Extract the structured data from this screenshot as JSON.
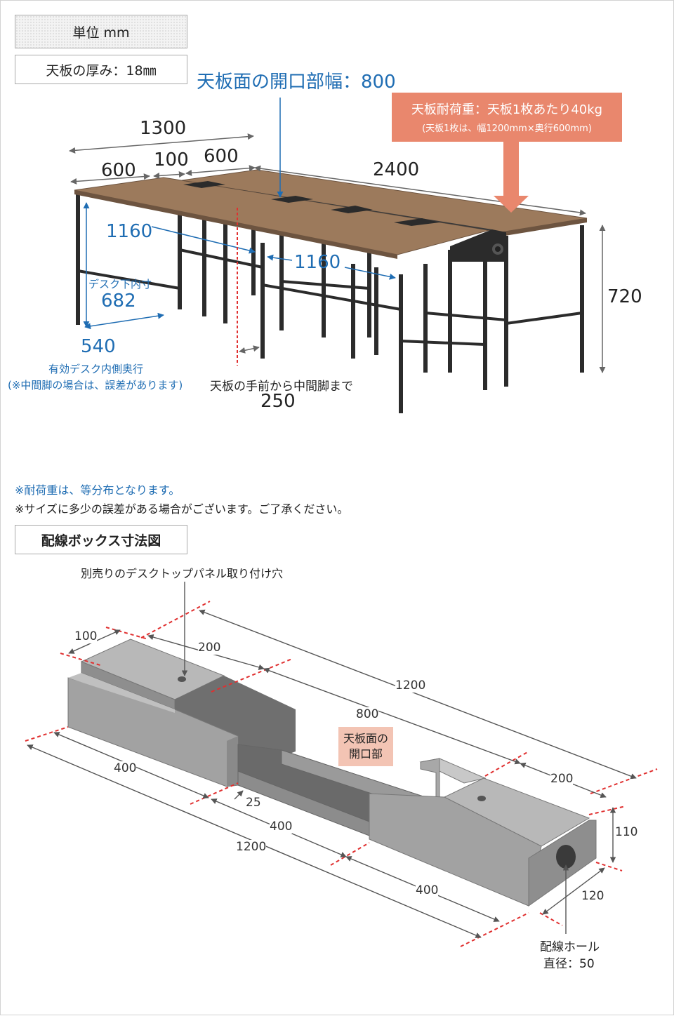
{
  "boxes": {
    "unit": "単位 mm",
    "thickness": "天板の厚み：18㎜",
    "wiring_box_title": "配線ボックス寸法図"
  },
  "top_diagram": {
    "opening_width": "天板面の開口部幅：800",
    "load_line1": "天板耐荷重：天板1枚あたり40kg",
    "load_line2": "(天板1枚は、幅1200mm×奥行600mm)",
    "dim_1300": "1300",
    "dim_600_left": "600",
    "dim_100": "100",
    "dim_600_right": "600",
    "dim_2400": "2400",
    "dim_720": "720",
    "dim_1160_left": "1160",
    "dim_1160_right": "1160",
    "under_desk_label": "デスク下内寸",
    "dim_682": "682",
    "dim_540": "540",
    "effective_depth_line1": "有効デスク内側奥行",
    "effective_depth_line2": "(※中間脚の場合は、誤差があります)",
    "middle_leg_label": "天板の手前から中間脚まで",
    "dim_250": "250"
  },
  "notes": {
    "load_note": "※耐荷重は、等分布となります。",
    "size_note": "※サイズに多少の誤差がある場合がございます。ご了承ください。"
  },
  "wiring_box": {
    "panel_hole_label": "別売りのデスクトップパネル取り付け穴",
    "dim_100": "100",
    "dim_200_left": "200",
    "dim_1200_top": "1200",
    "dim_800": "800",
    "dim_200_right": "200",
    "opening_line1": "天板面の",
    "opening_line2": "開口部",
    "dim_400_a": "400",
    "dim_25": "25",
    "dim_400_b": "400",
    "dim_1200_bottom": "1200",
    "dim_400_c": "400",
    "dim_110": "110",
    "dim_120": "120",
    "hole_label_line1": "配線ホール",
    "hole_label_line2": "直径：50"
  },
  "colors": {
    "blue_text": "#1f6db3",
    "callout_bg": "#e9876d",
    "tag_bg": "#f3c4b4",
    "wood": "#9c7a5c",
    "frame": "#2b2b2b",
    "box_gray": "#a2a2a2",
    "dashed_red": "#e03030"
  }
}
